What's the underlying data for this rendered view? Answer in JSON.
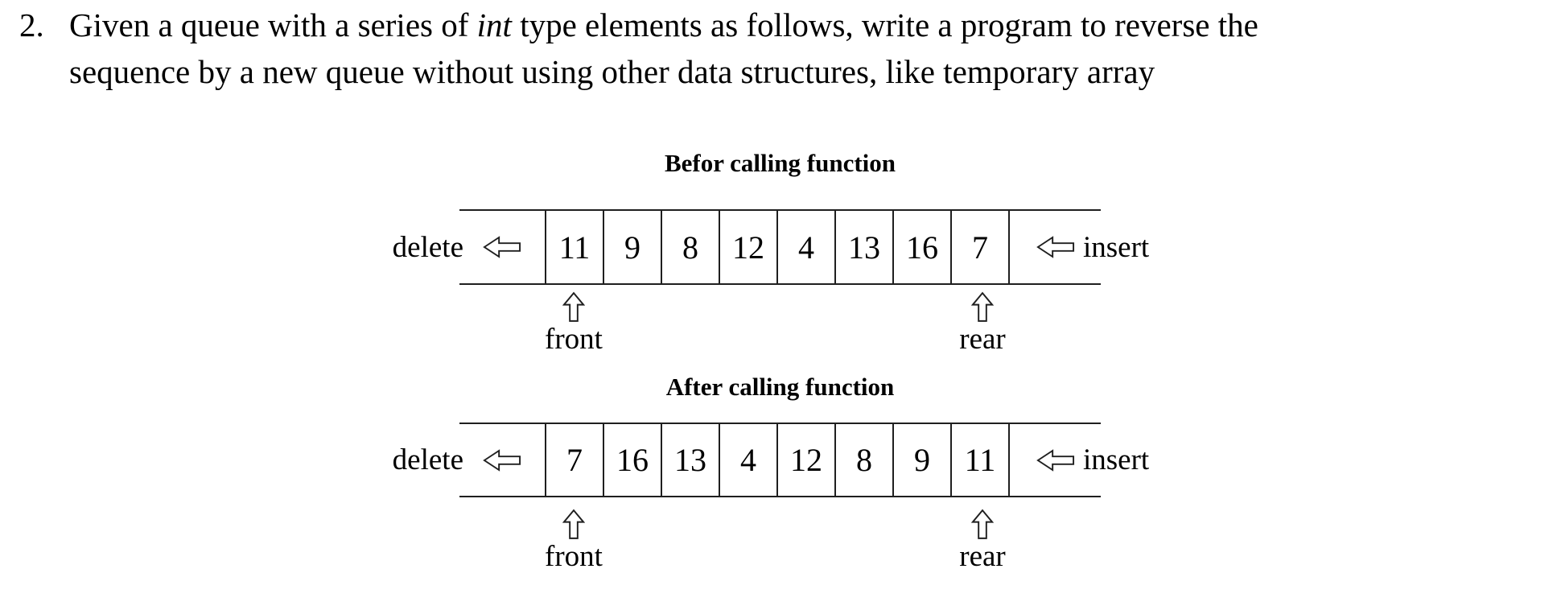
{
  "problem": {
    "number": "2.",
    "line1_pre": "Given a queue with a series of ",
    "line1_italic": "int",
    "line1_post": " type elements as follows, write a program to reverse the",
    "line2": "sequence by a new queue without using other data structures, like temporary array"
  },
  "diagrams": [
    {
      "title": "Befor calling function",
      "delete_label": "delete",
      "insert_label": "insert",
      "front_label": "front",
      "rear_label": "rear",
      "values": [
        "11",
        "9",
        "8",
        "12",
        "4",
        "13",
        "16",
        "7"
      ]
    },
    {
      "title": "After calling function",
      "delete_label": "delete",
      "insert_label": "insert",
      "front_label": "front",
      "rear_label": "rear",
      "values": [
        "7",
        "16",
        "13",
        "4",
        "12",
        "8",
        "9",
        "11"
      ]
    }
  ],
  "icons": {
    "delete_arrow": "leftwards-white-arrow",
    "insert_arrow": "leftwards-white-arrow",
    "front_arrow": "upwards-white-arrow",
    "rear_arrow": "upwards-white-arrow"
  },
  "colors": {
    "text": "#000000",
    "line": "#1f1f1f",
    "background": "#ffffff"
  }
}
